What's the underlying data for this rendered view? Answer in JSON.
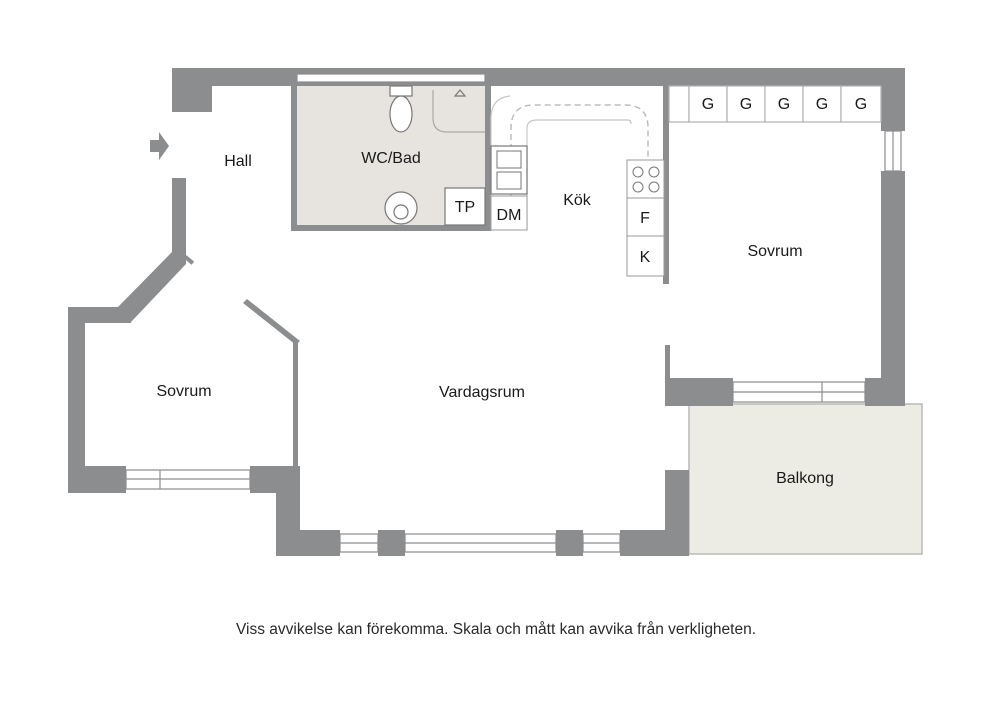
{
  "rooms": {
    "hall": "Hall",
    "wc_bad": "WC/Bad",
    "tp": "TP",
    "dm": "DM",
    "kok": "Kök",
    "f": "F",
    "k": "K",
    "sovrum_right": "Sovrum",
    "sovrum_left": "Sovrum",
    "vardagsrum": "Vardagsrum",
    "balkong": "Balkong",
    "wardrobes": [
      "G",
      "G",
      "G",
      "G",
      "G"
    ]
  },
  "disclaimer": "Viss avvikelse kan förekomma. Skala och mått kan avvika från verkligheten.",
  "colors": {
    "wall": "#8c8d8f",
    "bathroom_fill": "#e7e4df",
    "balcony_fill": "#ecebe4",
    "fixture_line": "#777777",
    "dashed_counter": "#bdbdbd"
  }
}
